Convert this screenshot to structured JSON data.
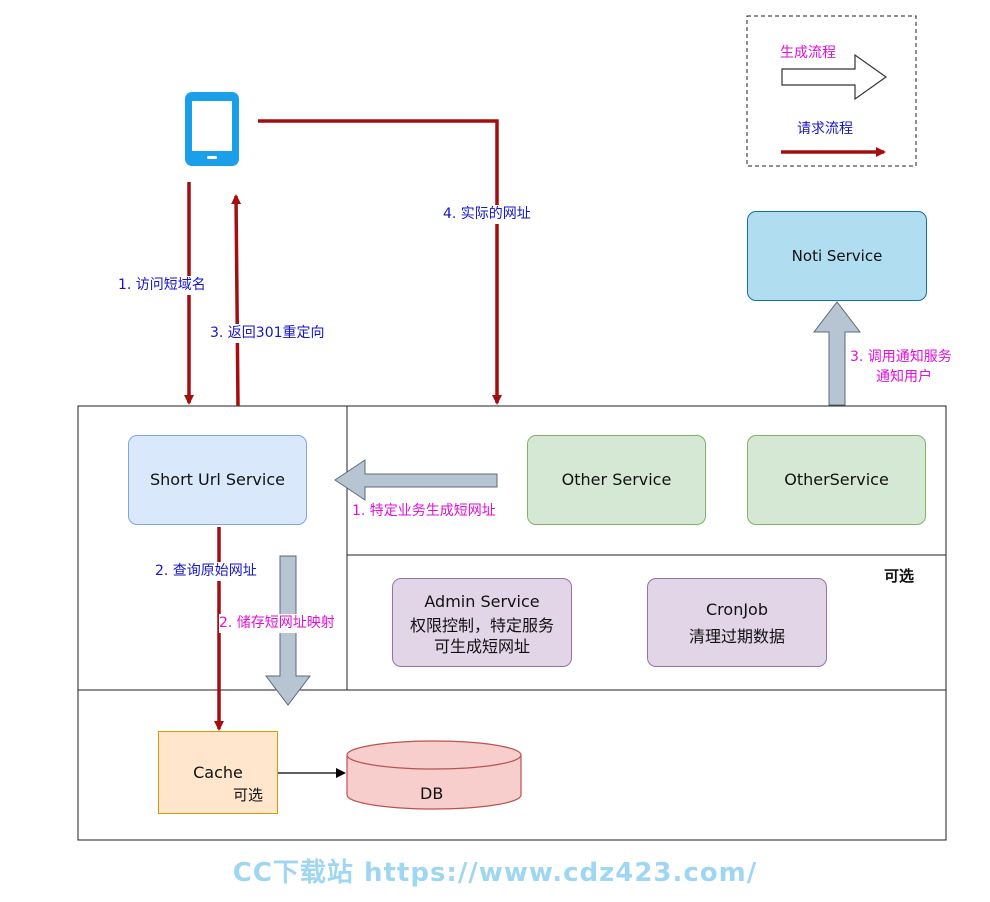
{
  "legend": {
    "generation_label": "生成流程",
    "request_label": "请求流程"
  },
  "nodes": {
    "short_url": "Short Url Service",
    "other_service_1": "Other Service",
    "other_service_2": "OtherService",
    "noti_service": "Noti Service",
    "admin_title": "Admin Service",
    "admin_desc_1": "权限控制，特定服务",
    "admin_desc_2": "可生成短网址",
    "cronjob_title": "CronJob",
    "cronjob_desc": "清理过期数据",
    "cache": "Cache",
    "cache_optional": "可选",
    "db": "DB"
  },
  "region_labels": {
    "optional": "可选"
  },
  "edge_labels": {
    "visit_short": "1. 访问短域名",
    "return_301": "3. 返回301重定向",
    "actual_url": "4. 实际的网址",
    "notify_1": "3. 调用通知服务",
    "notify_2": "通知用户",
    "specific_gen": "1. 特定业务生成短网址",
    "query_original": "2. 查询原始网址",
    "store_mapping": "2. 储存短网址映射"
  },
  "colors": {
    "request_arrow": "#a50e0e",
    "generation_arrow": "#b7c5d3",
    "request_text": "#1616c8",
    "generation_text": "#e010d8"
  },
  "watermark": "CC下载站 https://www.cdz423.com/"
}
